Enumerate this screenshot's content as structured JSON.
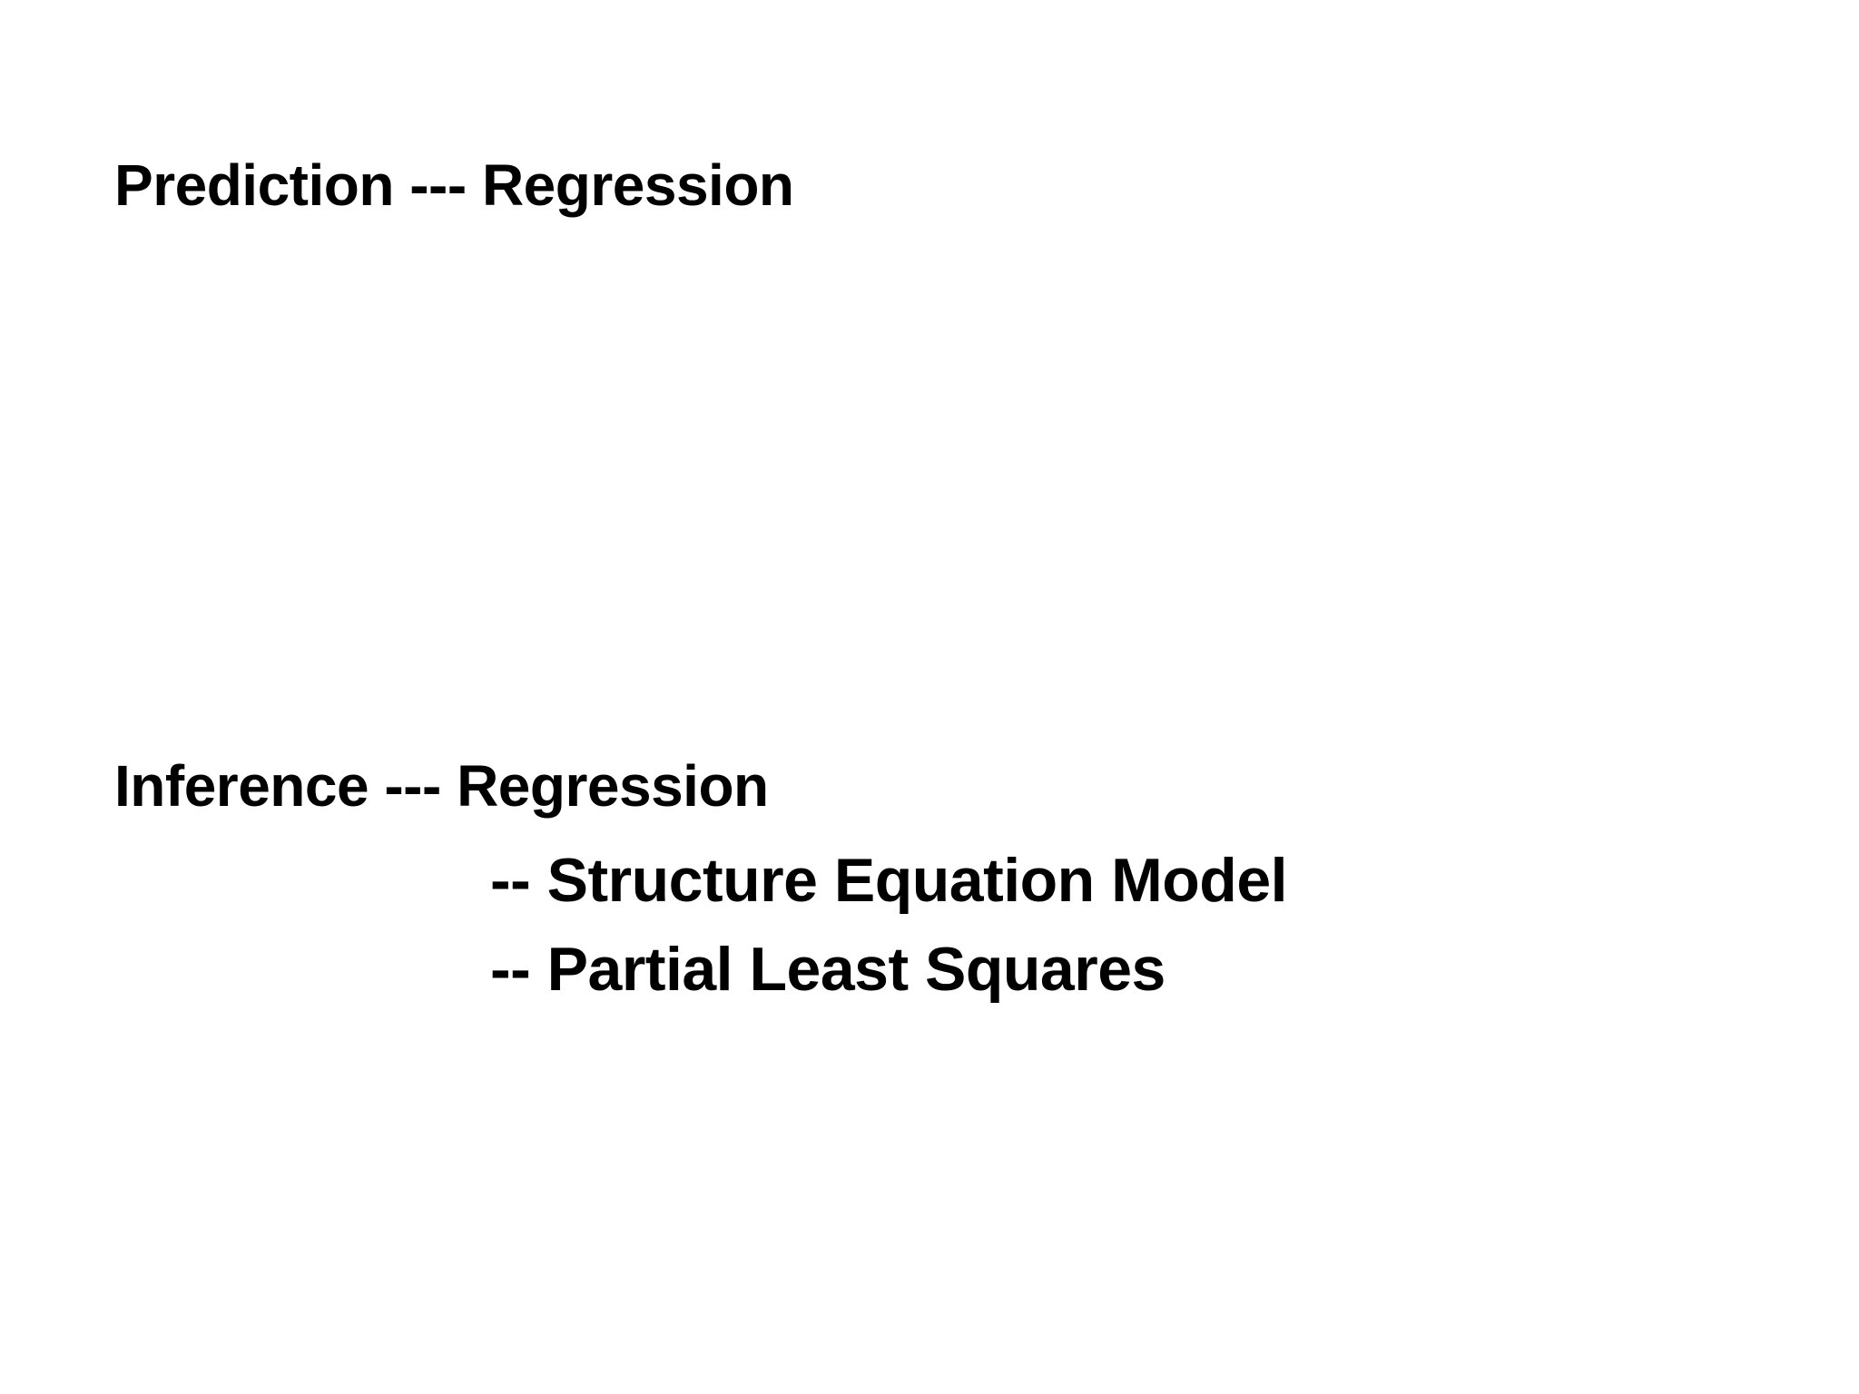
{
  "slide": {
    "background_color": "#ffffff",
    "text_color": "#000000",
    "blocks": [
      {
        "id": "prediction",
        "lines": [
          {
            "text": "Prediction --- Regression",
            "indent": 0
          }
        ]
      },
      {
        "id": "inference",
        "lines": [
          {
            "text": "Inference --- Regression",
            "indent": 0
          },
          {
            "text": "-- Structure Equation Model",
            "indent": 1
          },
          {
            "text": "-- Partial Least Squares",
            "indent": 1
          }
        ]
      }
    ]
  },
  "content": {
    "prediction_line": "Prediction --- Regression",
    "inference_line": "Inference --- Regression",
    "sub_line_1": "-- Structure Equation Model",
    "sub_line_2": "-- Partial Least Squares"
  }
}
